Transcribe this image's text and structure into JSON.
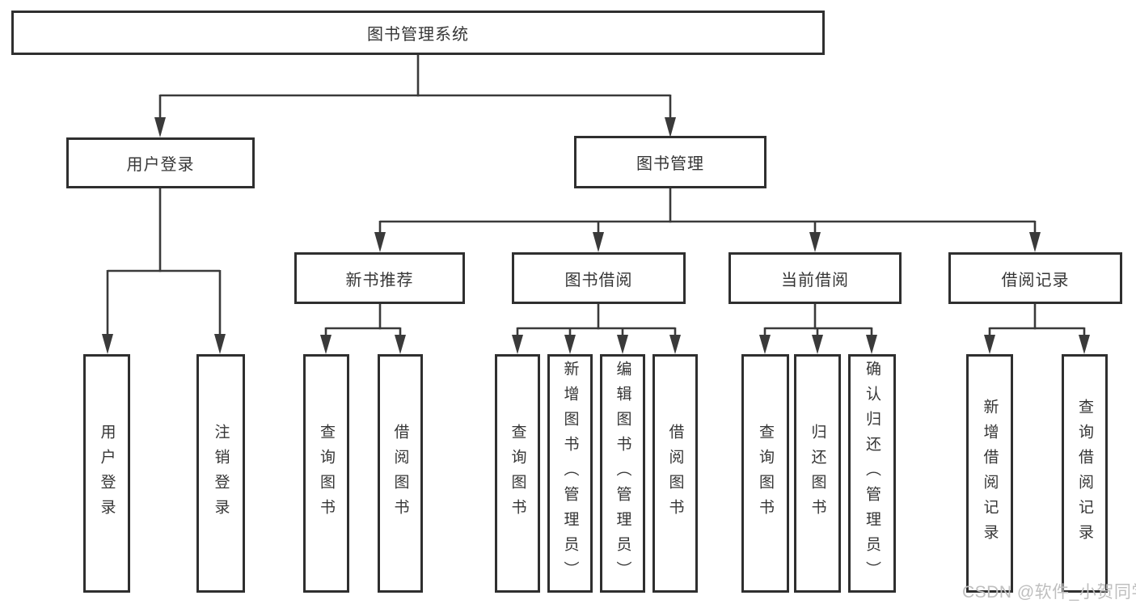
{
  "diagram_title": "图书管理系统",
  "tree": {
    "label": "图书管理系统",
    "children": [
      {
        "label": "用户登录",
        "children": [
          {
            "label": "用户登录"
          },
          {
            "label": "注销登录"
          }
        ]
      },
      {
        "label": "图书管理",
        "children": [
          {
            "label": "新书推荐",
            "children": [
              {
                "label": "查询图书"
              },
              {
                "label": "借阅图书"
              }
            ]
          },
          {
            "label": "图书借阅",
            "children": [
              {
                "label": "查询图书"
              },
              {
                "label": "新增图书（管理员）"
              },
              {
                "label": "编辑图书（管理员）"
              },
              {
                "label": "借阅图书"
              }
            ]
          },
          {
            "label": "当前借阅",
            "children": [
              {
                "label": "查询图书"
              },
              {
                "label": "归还图书"
              },
              {
                "label": "确认归还（管理员）"
              }
            ]
          },
          {
            "label": "借阅记录",
            "children": [
              {
                "label": "新增借阅记录"
              },
              {
                "label": "查询借阅记录"
              }
            ]
          }
        ]
      }
    ]
  },
  "watermark": {
    "text": "CSDN @软件_小贺同学",
    "color": "#bfbfbf"
  },
  "colors": {
    "line": "#3a3a3a",
    "box_border": "#2f2f2f",
    "box_fill": "#ffffff",
    "text": "#363636",
    "background": "#ffffff"
  }
}
